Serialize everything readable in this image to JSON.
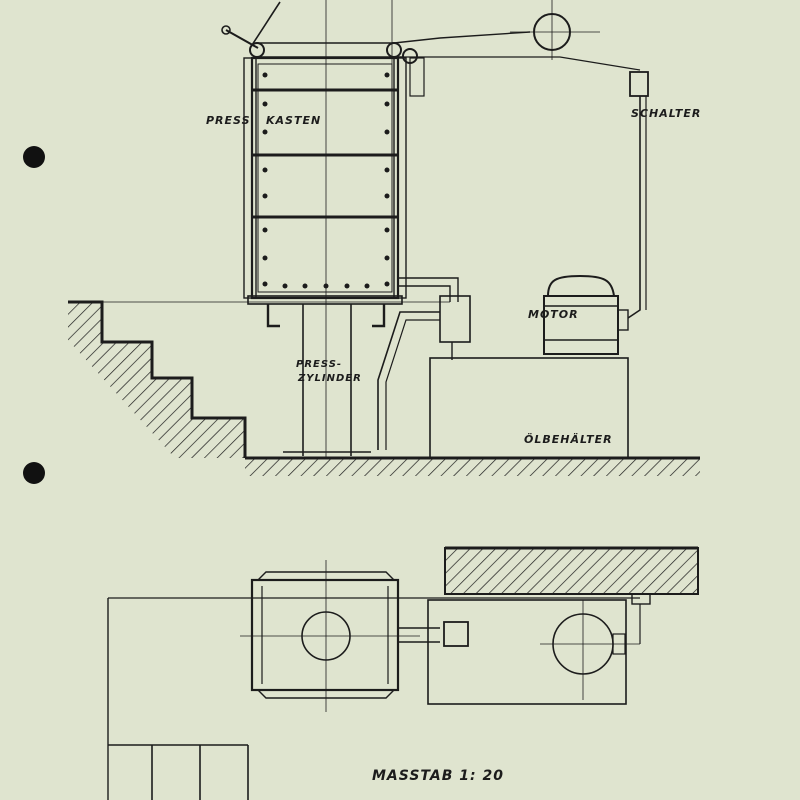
{
  "labels": {
    "press_kasten_1": "PRESS",
    "press_kasten_2": "KASTEN",
    "schalter": "SCHALTER",
    "motor": "MOTOR",
    "press_zylinder_1": "PRESS-",
    "press_zylinder_2": "ZYLINDER",
    "oelbehaelter": "ÖLBEHÄLTER",
    "scale": "MASSTAB 1: 20"
  },
  "colors": {
    "paper": "#dfe4cf",
    "ink": "#1c1c1c"
  }
}
